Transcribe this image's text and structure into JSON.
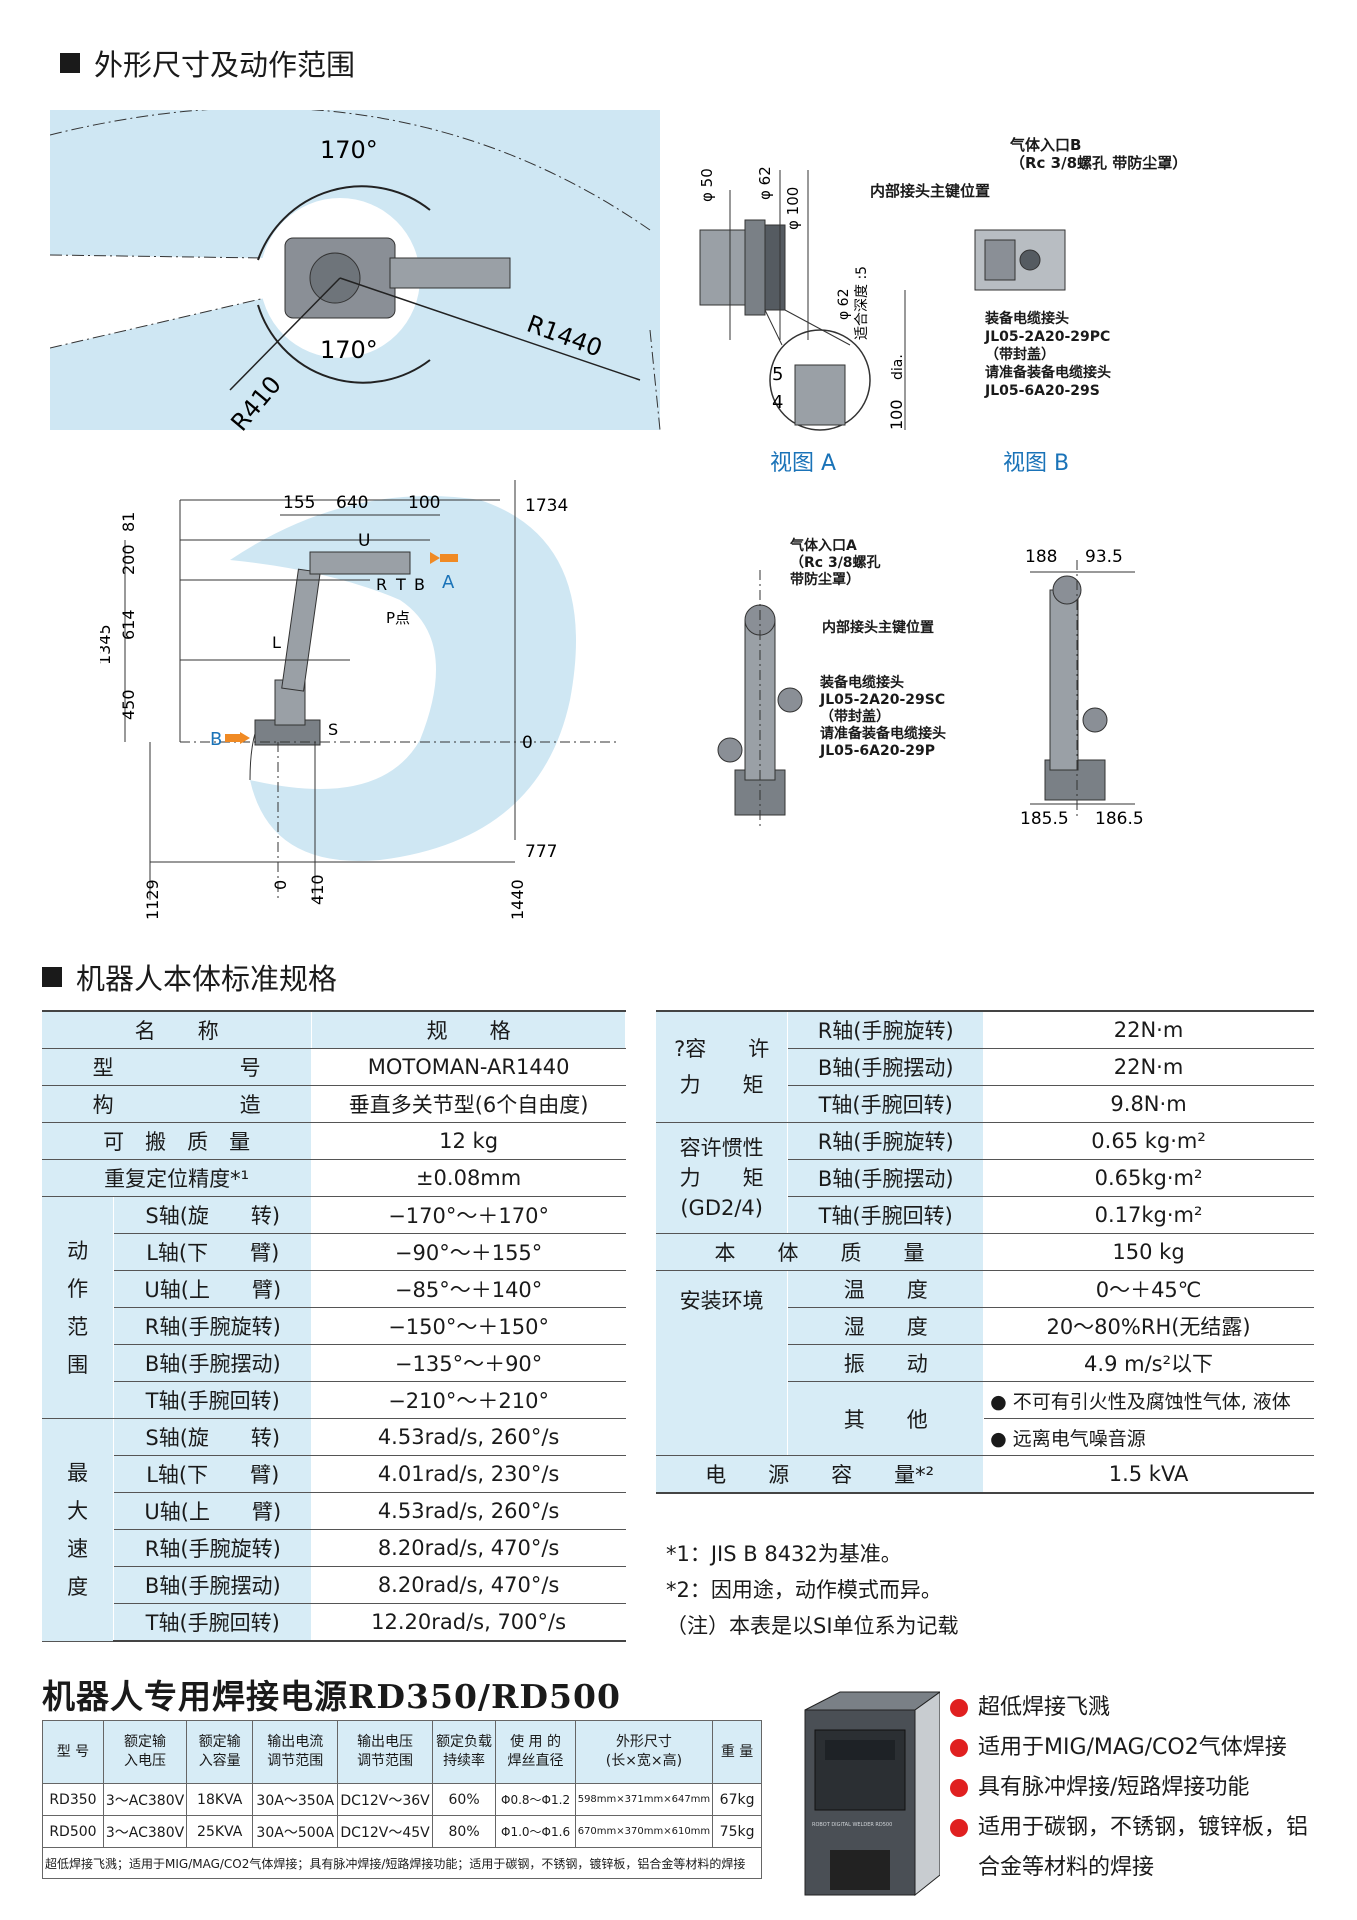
{
  "sections": {
    "dims_title": "外形尺寸及动作范围",
    "spec_title": "机器人本体标准规格"
  },
  "top_diagram": {
    "angle_top": "170°",
    "angle_bottom": "170°",
    "r_small": "R410",
    "r_large": "R1440"
  },
  "view_a": {
    "phi50": "φ 50",
    "phi62": "φ 62",
    "phi100": "φ 100",
    "phi62_depth": "φ 62",
    "depth_label": "适合深度 :5",
    "dia": "dia.",
    "d5": "5",
    "d4": "4",
    "d100": "100",
    "caption": "视图 A"
  },
  "view_b": {
    "gas_inlet": "气体入口B",
    "gas_inlet_sub": "（Rc 3/8螺孔 带防尘罩）",
    "joint_key": "内部接头主键位置",
    "cable1": "装备电缆接头",
    "cable1_pn": "JL05-2A20-29PC",
    "cable1_cover": "（带封盖）",
    "cable2": "请准备装备电缆接头",
    "cable2_pn": "JL05-6A20-29S",
    "caption": "视图 B"
  },
  "side_diagram": {
    "d155": "155",
    "d640": "640",
    "d100": "100",
    "d1734": "1734",
    "d81": "81",
    "d200": "200",
    "d614": "614",
    "d1345": "1345",
    "d450": "450",
    "d0_right": "0",
    "d777": "777",
    "d1129": "1129",
    "d0_bottom": "0",
    "d410": "410",
    "d1440": "1440",
    "axis_u": "U",
    "axis_r": "R",
    "axis_t": "T",
    "axis_b": "B",
    "axis_l": "L",
    "axis_s": "S",
    "p_point": "P点",
    "arrow_a": "A",
    "arrow_b": "B"
  },
  "front_diagram": {
    "gas_inlet": "气体入口A",
    "gas_inlet_sub1": "（Rc 3/8螺孔",
    "gas_inlet_sub2": "带防尘罩）",
    "joint_key": "内部接头主键位置",
    "cable1": "装备电缆接头",
    "cable1_pn": "JL05-2A20-29SC",
    "cable1_cover": "（带封盖）",
    "cable2": "请准备装备电缆接头",
    "cable2_pn": "JL05-6A20-29P",
    "d188": "188",
    "d93_5": "93.5",
    "d185_5": "185.5",
    "d186_5": "186.5"
  },
  "spec_left": {
    "header": [
      "名　　称",
      "规　　格"
    ],
    "rows_simple": [
      {
        "name": "型　　　　　　号",
        "value": "MOTOMAN-AR1440"
      },
      {
        "name": "构　　　　　　造",
        "value": "垂直多关节型(6个自由度)"
      },
      {
        "name": "可　搬　质　量",
        "value": "12 kg"
      },
      {
        "name": "重复定位精度*¹",
        "value": "±0.08mm"
      }
    ],
    "motion_group": "动作范围",
    "motion_group_chars": [
      "动",
      "作",
      "范",
      "围"
    ],
    "motion_rows": [
      {
        "axis": "S轴(旋　　转)",
        "value": "−170°～＋170°"
      },
      {
        "axis": "L轴(下　　臂)",
        "value": "−90°～＋155°"
      },
      {
        "axis": "U轴(上　　臂)",
        "value": "−85°～＋140°"
      },
      {
        "axis": "R轴(手腕旋转)",
        "value": "−150°～＋150°"
      },
      {
        "axis": "B轴(手腕摆动)",
        "value": "−135°～＋90°"
      },
      {
        "axis": "T轴(手腕回转)",
        "value": "−210°～＋210°"
      }
    ],
    "speed_group_chars": [
      "最",
      "大",
      "速",
      "度"
    ],
    "speed_rows": [
      {
        "axis": "S轴(旋　　转)",
        "value": "4.53rad/s, 260°/s"
      },
      {
        "axis": "L轴(下　　臂)",
        "value": "4.01rad/s, 230°/s"
      },
      {
        "axis": "U轴(上　　臂)",
        "value": "4.53rad/s, 260°/s"
      },
      {
        "axis": "R轴(手腕旋转)",
        "value": "8.20rad/s, 470°/s"
      },
      {
        "axis": "B轴(手腕摆动)",
        "value": "8.20rad/s, 470°/s"
      },
      {
        "axis": "T轴(手腕回转)",
        "value": "12.20rad/s, 700°/s"
      }
    ]
  },
  "spec_right": {
    "torque_group1": "?容　　许",
    "torque_group2": "力　　矩",
    "torque_rows": [
      {
        "axis": "R轴(手腕旋转)",
        "value": "22N·m"
      },
      {
        "axis": "B轴(手腕摆动)",
        "value": "22N·m"
      },
      {
        "axis": "T轴(手腕回转)",
        "value": "9.8N·m"
      }
    ],
    "inertia_group1": "容许惯性",
    "inertia_group2": "力　　矩",
    "inertia_group3": "(GD2/4)",
    "inertia_rows": [
      {
        "axis": "R轴(手腕旋转)",
        "value": "0.65 kg·m²"
      },
      {
        "axis": "B轴(手腕摆动)",
        "value": "0.65kg·m²"
      },
      {
        "axis": "T轴(手腕回转)",
        "value": "0.17kg·m²"
      }
    ],
    "mass_label": "本　　体　　质　　量",
    "mass_value": "150 kg",
    "env_group": "安装环境",
    "env_rows": [
      {
        "item": "温　　度",
        "value": "0～＋45℃"
      },
      {
        "item": "湿　　度",
        "value": "20～80%RH(无结露)"
      },
      {
        "item": "振　　动",
        "value": "4.9 m/s²以下"
      }
    ],
    "other_label": "其　　他",
    "other_values": [
      "● 不可有引火性及腐蚀性气体, 液体",
      "● 远离电气噪音源"
    ],
    "power_label": "电　　源　　容　　量*²",
    "power_value": "1.5 kVA"
  },
  "notes": [
    "*1：JIS B 8432为基准。",
    "*2：因用途，动作模式而异。",
    "（注）本表是以SI单位系为记载"
  ],
  "rd_section": {
    "title": "机器人专用焊接电源RD350/RD500",
    "headers": [
      "型 号",
      "额定输\n入电压",
      "额定输\n入容量",
      "输出电流\n调节范围",
      "输出电压\n调节范围",
      "额定负载\n持续率",
      "使 用 的\n焊丝直径",
      "外形尺寸\n(长×宽×高)",
      "重 量"
    ],
    "rows": [
      [
        "RD350",
        "3～AC380V",
        "18KVA",
        "30A～350A",
        "DC12V～36V",
        "60%",
        "Φ0.8～Φ1.2",
        "598mm×371mm×647mm",
        "67kg"
      ],
      [
        "RD500",
        "3～AC380V",
        "25KVA",
        "30A～500A",
        "DC12V～45V",
        "80%",
        "Φ1.0～Φ1.6",
        "670mm×370mm×610mm",
        "75kg"
      ]
    ],
    "footer": "超低焊接飞溅；适用于MIG/MAG/CO2气体焊接；具有脉冲焊接/短路焊接功能；适用于碳钢，不锈钢，镀锌板，铝合金等材料的焊接",
    "machine_label": "ROBOT DIGITAL WELDER RD500",
    "bullets": [
      "超低焊接飞溅",
      "适用于MIG/MAG/CO2气体焊接",
      "具有脉冲焊接/短路焊接功能",
      "适用于碳钢，不锈钢，镀锌板，铝合金等材料的焊接"
    ]
  },
  "colors": {
    "range_fill": "#cfe7f3",
    "table_fill": "#d7ecf6",
    "caption_blue": "#1a73b8",
    "arrow_orange": "#f08a24",
    "bullet_red": "#e02020"
  }
}
